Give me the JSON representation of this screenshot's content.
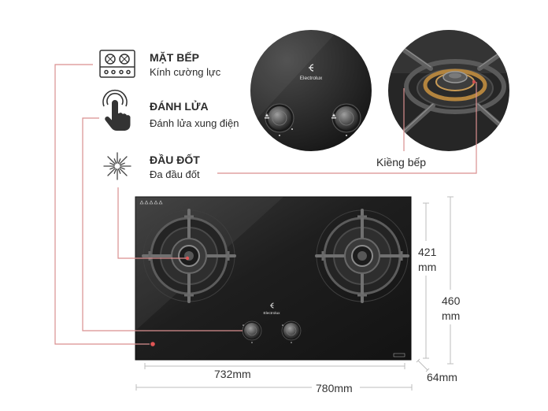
{
  "brand": "Electrolux",
  "features": [
    {
      "icon": "hob-icon",
      "title": "MẶT BẾP",
      "description": "Kính cường lực"
    },
    {
      "icon": "hand-pointer-icon",
      "title": "ĐÁNH LỬA",
      "description": "Đánh lửa xung điện"
    },
    {
      "icon": "burst-icon",
      "title": "ĐẦU ĐỐT",
      "description": "Đa đầu đốt"
    }
  ],
  "callouts": {
    "pan_support": "Kiềng bếp"
  },
  "dimensions": {
    "inner_width": "732mm",
    "outer_width": "780mm",
    "inner_depth": {
      "value": "421",
      "unit": "mm"
    },
    "outer_depth": {
      "value": "460",
      "unit": "mm"
    },
    "height": "64mm"
  },
  "colors": {
    "callout_line": "#d98f8f",
    "dimension_line": "#bdbdbd",
    "glass": "#1e1e1e",
    "marker": "#e05555",
    "brass": "#b3843e",
    "text": "#2b2b2b"
  }
}
